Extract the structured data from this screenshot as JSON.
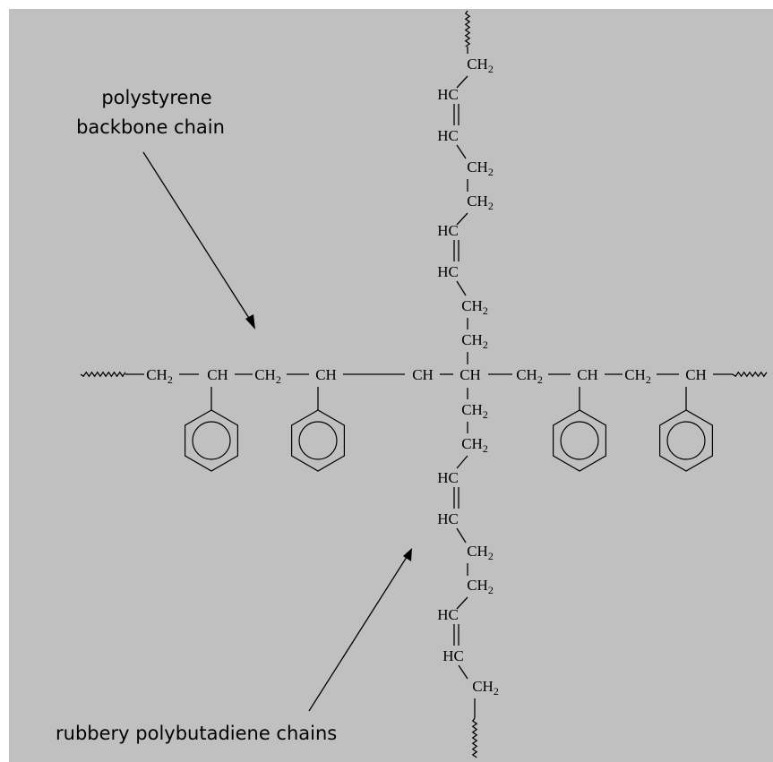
{
  "background_color": "#c0c0c0",
  "labels": {
    "backbone_line1": "polystyrene",
    "backbone_line2": "backbone chain",
    "rubber": "rubbery polybutadiene chains"
  },
  "atoms": {
    "ch": "CH",
    "ch2": "CH",
    "hc": "HC",
    "sub2": "2"
  }
}
